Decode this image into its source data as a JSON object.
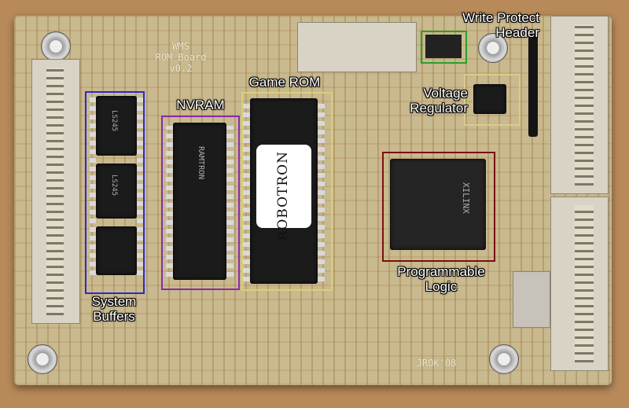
{
  "board": {
    "silkscreen_title": [
      "WMS",
      "ROM Board",
      "v0.2"
    ],
    "silkscreen_credit": "JROK'08"
  },
  "chips": {
    "buffer_1": "LS245",
    "buffer_2": "LS245",
    "nvram_brand": "RAMTRON",
    "logic_brand": "XILINX",
    "rom_sticker": "ROBOTRON"
  },
  "labels": {
    "system_buffers": [
      "System",
      "Buffers"
    ],
    "nvram": "NVRAM",
    "game_rom": "Game ROM",
    "voltage_regulator": [
      "Voltage",
      "Regulator"
    ],
    "programmable_logic": [
      "Programmable",
      "Logic"
    ],
    "write_protect_header": [
      "Write Protect",
      "Header"
    ]
  },
  "colors": {
    "system_buffers_box": "#2a2ad0",
    "nvram_box": "#8a2aa8",
    "game_rom_box": "#d8d07a",
    "voltage_regulator_box": "#d8cc8a",
    "programmable_logic_box": "#7a1010",
    "write_protect_box": "#2aa02a"
  }
}
